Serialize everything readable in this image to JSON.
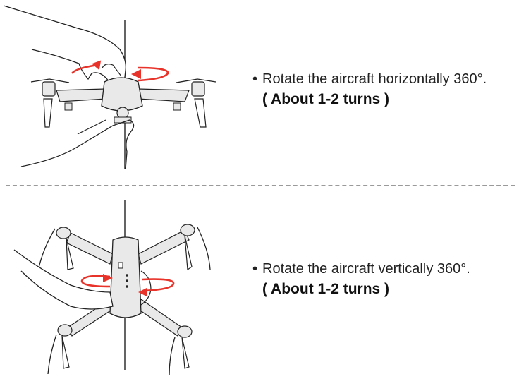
{
  "instructions": [
    {
      "bullet": "•",
      "text": "Rotate the aircraft horizontally 360°.",
      "note": "( About 1-2 turns )"
    },
    {
      "bullet": "•",
      "text": "Rotate the aircraft vertically 360°.",
      "note": "( About 1-2 turns )"
    }
  ],
  "colors": {
    "arrow": "#e8332a",
    "line": "#222222",
    "body_fill": "#e9e9e9",
    "divider": "#9a9a9a"
  },
  "icons": {
    "horizontal": "drone-horizontal-rotation-icon",
    "vertical": "drone-vertical-rotation-icon"
  }
}
